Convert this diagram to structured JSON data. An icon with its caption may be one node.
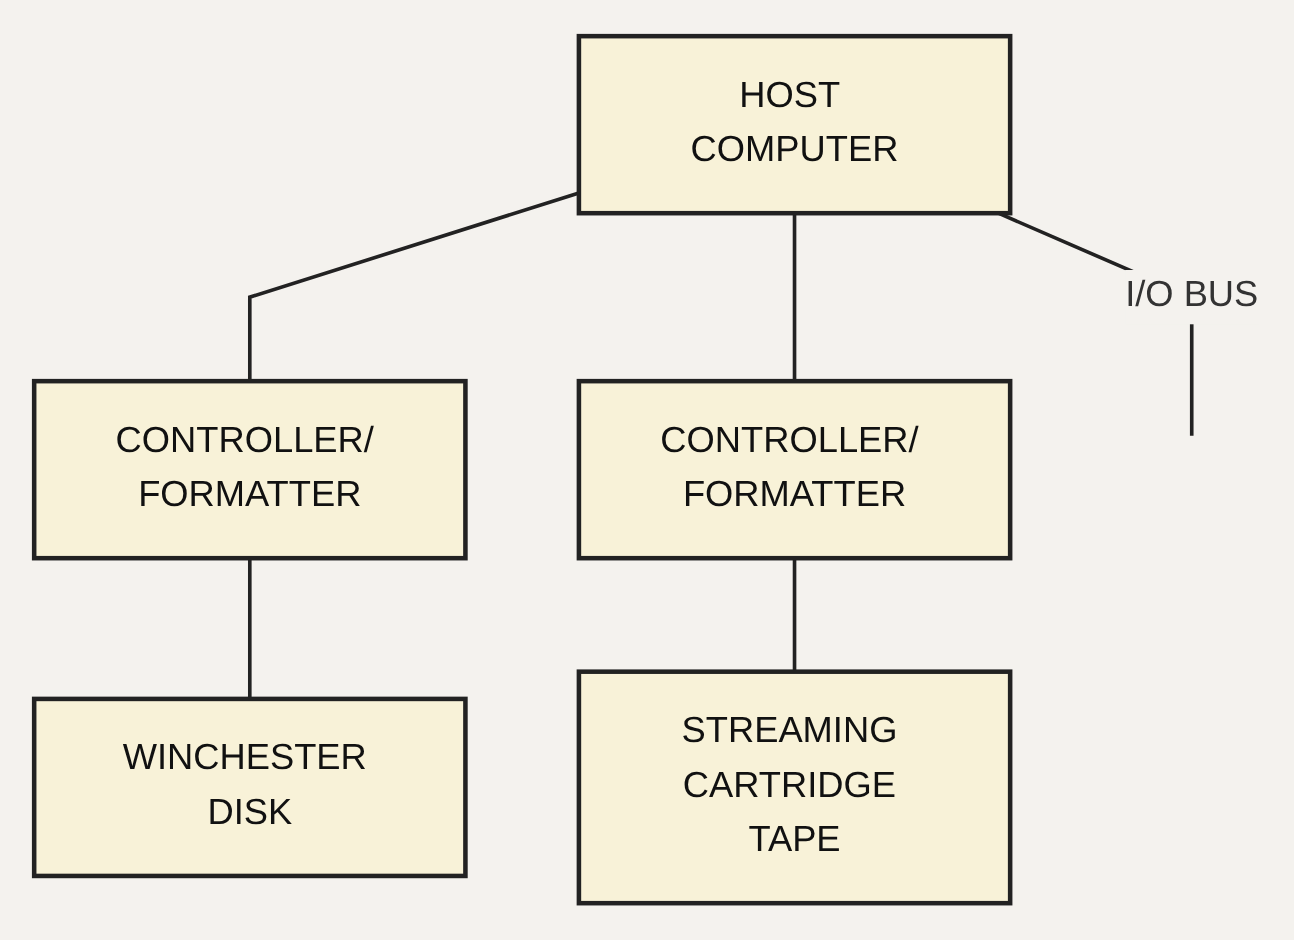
{
  "diagram": {
    "nodes": [
      {
        "text": [
          "HOST COMPUTER"
        ]
      },
      {
        "text": [
          "CONTROLLER/ FORMATTER"
        ]
      },
      {
        "text": [
          "CONTROLLER/ FORMATTER"
        ]
      },
      {
        "text": [
          "WINCHESTER DISK"
        ]
      },
      {
        "text": [
          "STREAMING CARTRIDGE TAPE"
        ]
      }
    ],
    "edges": [
      {
        "from": 0,
        "to": null,
        "arrow": "none",
        "label": "I/O BUS"
      },
      {
        "from": 0,
        "to": 1,
        "arrow": "none"
      },
      {
        "from": 0,
        "to": 2,
        "arrow": "none"
      },
      {
        "from": 1,
        "to": 3,
        "arrow": "none"
      },
      {
        "from": 2,
        "to": 4,
        "arrow": "none"
      }
    ]
  }
}
